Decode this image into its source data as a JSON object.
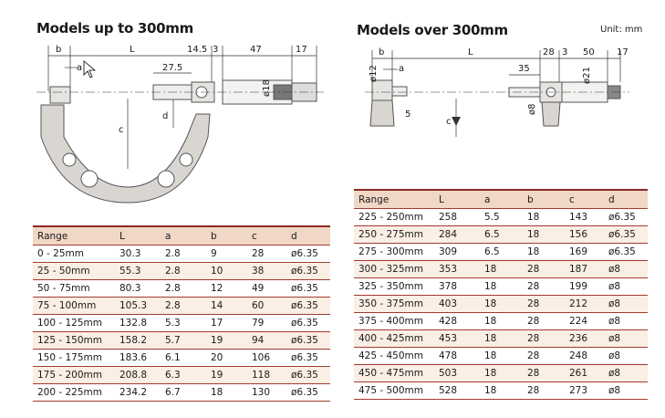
{
  "left": {
    "title": "Models up to 300mm",
    "dims": {
      "b": "b",
      "L": "L",
      "w1": "14.5",
      "w2": "3",
      "w3": "47",
      "w4": "17",
      "a": "a",
      "l2": "27.5",
      "c": "c",
      "d": "d",
      "dia": "ø18"
    },
    "table": {
      "headers": [
        "Range",
        "L",
        "a",
        "b",
        "c",
        "d"
      ],
      "rows": [
        [
          "0 - 25mm",
          "30.3",
          "2.8",
          "9",
          "28",
          "ø6.35"
        ],
        [
          "25 - 50mm",
          "55.3",
          "2.8",
          "10",
          "38",
          "ø6.35"
        ],
        [
          "50 - 75mm",
          "80.3",
          "2.8",
          "12",
          "49",
          "ø6.35"
        ],
        [
          "75 - 100mm",
          "105.3",
          "2.8",
          "14",
          "60",
          "ø6.35"
        ],
        [
          "100 - 125mm",
          "132.8",
          "5.3",
          "17",
          "79",
          "ø6.35"
        ],
        [
          "125 - 150mm",
          "158.2",
          "5.7",
          "19",
          "94",
          "ø6.35"
        ],
        [
          "150 - 175mm",
          "183.6",
          "6.1",
          "20",
          "106",
          "ø6.35"
        ],
        [
          "175 - 200mm",
          "208.8",
          "6.3",
          "19",
          "118",
          "ø6.35"
        ],
        [
          "200 - 225mm",
          "234.2",
          "6.7",
          "18",
          "130",
          "ø6.35"
        ]
      ]
    }
  },
  "right": {
    "title": "Models over 300mm",
    "unit": "Unit: mm",
    "dims": {
      "b": "b",
      "L": "L",
      "w1": "28",
      "w2": "3",
      "w3": "50",
      "w4": "17",
      "a": "a",
      "l2": "35",
      "dia12": "ø12",
      "dia21": "ø21",
      "dia8": "ø8",
      "five": "5",
      "c": "c"
    },
    "table": {
      "headers": [
        "Range",
        "L",
        "a",
        "b",
        "c",
        "d"
      ],
      "rows": [
        [
          "225 - 250mm",
          "258",
          "5.5",
          "18",
          "143",
          "ø6.35"
        ],
        [
          "250 - 275mm",
          "284",
          "6.5",
          "18",
          "156",
          "ø6.35"
        ],
        [
          "275 - 300mm",
          "309",
          "6.5",
          "18",
          "169",
          "ø6.35"
        ],
        [
          "300 - 325mm",
          "353",
          "18",
          "28",
          "187",
          "ø8"
        ],
        [
          "325 - 350mm",
          "378",
          "18",
          "28",
          "199",
          "ø8"
        ],
        [
          "350 - 375mm",
          "403",
          "18",
          "28",
          "212",
          "ø8"
        ],
        [
          "375 - 400mm",
          "428",
          "18",
          "28",
          "224",
          "ø8"
        ],
        [
          "400 - 425mm",
          "453",
          "18",
          "28",
          "236",
          "ø8"
        ],
        [
          "425 - 450mm",
          "478",
          "18",
          "28",
          "248",
          "ø8"
        ],
        [
          "450 - 475mm",
          "503",
          "18",
          "28",
          "261",
          "ø8"
        ],
        [
          "475 - 500mm",
          "528",
          "18",
          "28",
          "273",
          "ø8"
        ]
      ]
    }
  },
  "colors": {
    "header_bg": "#f0d7c6",
    "row_alt": "#fbeee4",
    "rule": "#a33b30",
    "frame": "#d9d6d2"
  }
}
